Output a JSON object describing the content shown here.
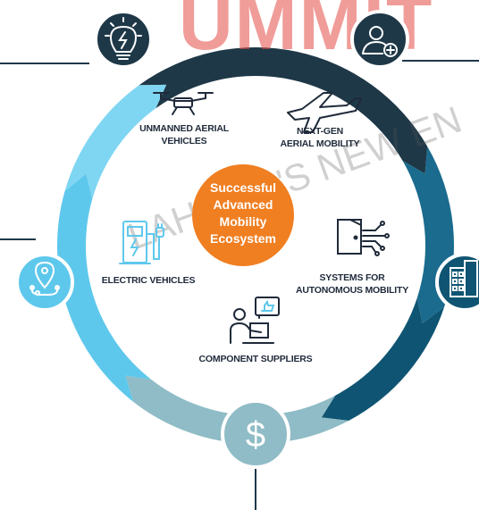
{
  "center": {
    "lines": [
      "Successful",
      "Advanced",
      "Mobility",
      "Ecosystem"
    ]
  },
  "labels": {
    "uav": [
      "UNMANNED AERIAL",
      "VEHICLES"
    ],
    "aam": [
      "NEXT-GEN",
      "AERIAL MOBILITY"
    ],
    "ev": [
      "ELECTRIC VEHICLES"
    ],
    "autonomous": [
      "SYSTEMS FOR",
      "AUTONOMOUS MOBILITY"
    ],
    "supplier": [
      "COMPONENT SUPPLIERS"
    ]
  },
  "watermark": {
    "top": "UMMIT",
    "arc": "LAHOMA'S NEW EN"
  },
  "outer_icons": [
    "lightbulb-icon",
    "add-person-icon",
    "building-icon",
    "dollar-icon",
    "location-pin-icon"
  ],
  "colors": {
    "ring_dark": "#1e3848",
    "ring_teal": "#1a6b8e",
    "ring_mid": "#0f5573",
    "ring_gray": "#8fbcc6",
    "ring_light": "#5ec8ec",
    "ring_pale": "#7fd6f2",
    "center": "#f07f22",
    "watermark": "#e34b45"
  }
}
